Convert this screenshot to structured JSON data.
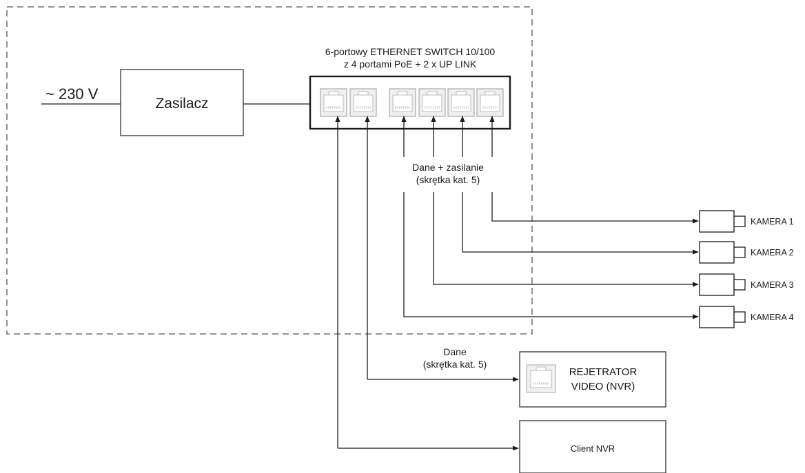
{
  "input": {
    "voltage_label": "~ 230 V"
  },
  "power_supply": {
    "label": "Zasilacz"
  },
  "switch": {
    "title_line1": "6-portowy ETHERNET SWITCH 10/100",
    "title_line2": "z 4 portami PoE + 2 x UP LINK",
    "port_count": 6
  },
  "poe_note": {
    "line1": "Dane + zasilanie",
    "line2": "(skrętka kat. 5)"
  },
  "data_note": {
    "line1": "Dane",
    "line2": "(skrętka kat. 5)"
  },
  "cameras": [
    {
      "label": "KAMERA 1"
    },
    {
      "label": "KAMERA 2"
    },
    {
      "label": "KAMERA 3"
    },
    {
      "label": "KAMERA 4"
    }
  ],
  "nvr": {
    "line1": "REJETRATOR",
    "line2": "VIDEO (NVR)"
  },
  "client": {
    "label": "Client NVR"
  },
  "colors": {
    "line": "#1a1a1a",
    "box_border": "#333333",
    "port_fill": "#f0f0f0",
    "dashed": "#555555"
  }
}
